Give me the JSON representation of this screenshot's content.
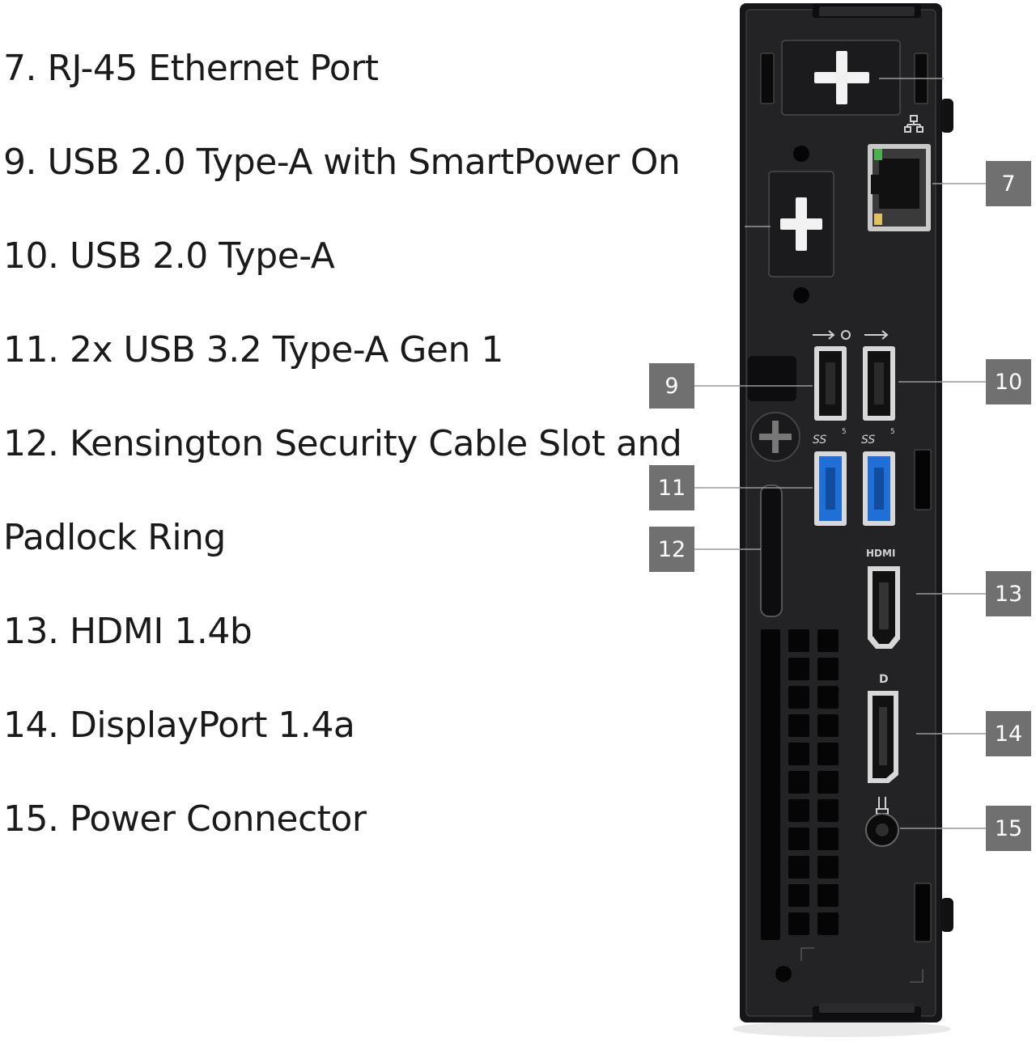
{
  "legend": [
    {
      "id": "7",
      "text": "7. RJ-45 Ethernet Port"
    },
    {
      "id": "9",
      "text": "9. USB 2.0 Type-A with SmartPower On"
    },
    {
      "id": "10",
      "text": "10. USB 2.0 Type-A"
    },
    {
      "id": "11",
      "text": "11. 2x USB 3.2 Type-A Gen 1"
    },
    {
      "id": "12",
      "text": "12. Kensington Security Cable Slot and"
    },
    {
      "id": "12b",
      "text": "Padlock Ring"
    },
    {
      "id": "13",
      "text": "13. HDMI 1.4b"
    },
    {
      "id": "14",
      "text": "14. DisplayPort 1.4a"
    },
    {
      "id": "15",
      "text": "15. Power Connector"
    }
  ],
  "callouts": [
    "7",
    "9",
    "10",
    "11",
    "12",
    "13",
    "14",
    "15"
  ],
  "port_markings": {
    "usb_ss": "SS",
    "ss_gen": "5",
    "hdmi": "HDMI",
    "displayport": "D"
  },
  "colors": {
    "chassis": "#1c1c1e",
    "callout_box": "#707070",
    "usb3_blue": "#1f6fd6",
    "eth_led_green": "#4caf50",
    "eth_led_amber": "#e0c060"
  }
}
